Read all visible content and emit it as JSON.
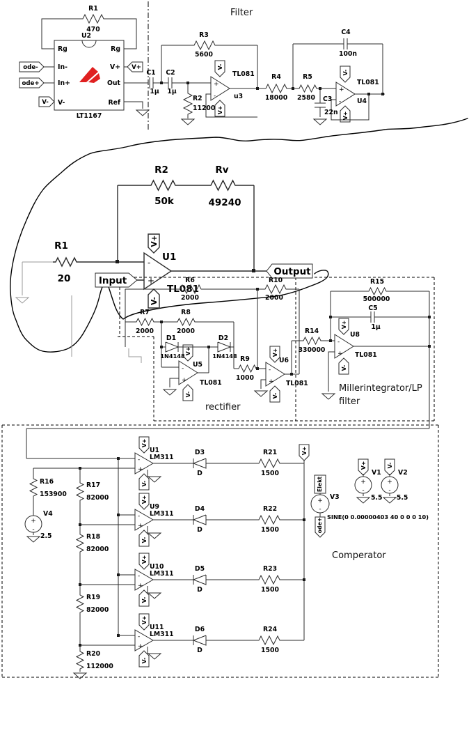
{
  "sym": {
    "plus": "+",
    "minus": "-"
  },
  "flag": {
    "vp": "V+",
    "vm": "V-"
  },
  "titles": {
    "filter": "Filter",
    "rectifier": "rectifier",
    "miller1": "Millerintegrator/LP",
    "miller2": "filter",
    "comparator": "Comperator"
  },
  "inamp": {
    "u": "U2",
    "part": "LT1167",
    "r": "R1",
    "rv": "470",
    "rg": "Rg",
    "inm": "In-",
    "inp": "In+",
    "vm": "V-",
    "vp": "V+",
    "out": "Out",
    "ref": "Ref",
    "pem": "ode-",
    "pep": "ode+"
  },
  "filter": {
    "c1": "C1",
    "c1v": "1µ",
    "c2": "C2",
    "c2v": "1µ",
    "r2": "R2",
    "r2v": "11200",
    "r3": "R3",
    "r3v": "5600",
    "u3": "u3",
    "u3p": "TL081",
    "r4": "R4",
    "r4v": "18000",
    "r5": "R5",
    "r5v": "2580",
    "c3": "C3",
    "c3v": "22n",
    "c4": "C4",
    "c4v": "100n",
    "u4": "U4",
    "u4p": "TL081"
  },
  "inset": {
    "r1": "R1",
    "r1v": "20",
    "r2": "R2",
    "r2v": "50k",
    "rv": "Rv",
    "rvv": "49240",
    "u1": "U1",
    "u1p": "TL081",
    "in": "Input",
    "out": "Output"
  },
  "rect": {
    "r6": "R6",
    "r6v": "2000",
    "r7": "R7",
    "r7v": "2000",
    "r8": "R8",
    "r8v": "2000",
    "r9": "R9",
    "r9v": "1000",
    "r10": "R10",
    "r10v": "2000",
    "r14": "R14",
    "r14v": "330000",
    "d1": "D1",
    "d1v": "1N4148",
    "d2": "D2",
    "d2v": "1N4148",
    "u5": "U5",
    "u5p": "TL081",
    "u6": "U6",
    "u6p": "TL081"
  },
  "miller": {
    "r15": "R15",
    "r15v": "500000",
    "c5": "C5",
    "c5v": "1µ",
    "u8": "U8",
    "u8p": "TL081"
  },
  "comp": {
    "r16": "R16",
    "r16v": "153900",
    "r17": "R17",
    "r17v": "82000",
    "r18": "R18",
    "r18v": "82000",
    "r19": "R19",
    "r19v": "82000",
    "r20": "R20",
    "r20v": "112000",
    "r21": "R21",
    "r21v": "1500",
    "r22": "R22",
    "r22v": "1500",
    "r23": "R23",
    "r23v": "1500",
    "r24": "R24",
    "r24v": "1500",
    "d3": "D3",
    "d4": "D4",
    "d5": "D5",
    "d6": "D6",
    "dv": "D",
    "u1": "U1",
    "u9": "U9",
    "u10": "U10",
    "u11": "U11",
    "lm": "LM311",
    "v1": "V1",
    "v1v": "5.5",
    "v2": "V2",
    "v2v": "-5.5",
    "v3": "V3",
    "v3s": "SINE(0 0.00000403 40 0 0 0 10)",
    "v4": "V4",
    "v4v": "2.5",
    "elekt": "Elekt",
    "odep": "ode+"
  }
}
